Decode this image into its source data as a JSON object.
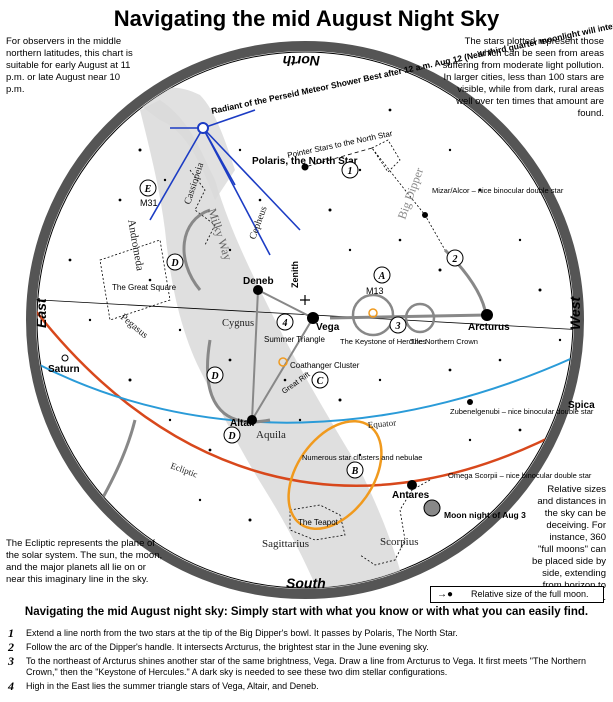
{
  "title": "Navigating the mid August Night Sky",
  "intro_left": "For observers in the middle northern latitudes, this chart is suitable for early August at 11 p.m. or late August near 10 p.m.",
  "intro_right": "The stars plotted represent those which can be seen from areas suffering from moderate light pollution. In larger cities, less than 100 stars are visible, while from dark, rural areas well over ten times that amount are found.",
  "directions": {
    "north": "North",
    "south": "South",
    "east": "East",
    "west": "West"
  },
  "labels": {
    "perseid": "Radiant of the Perseid Meteor Shower Best after 12 a.m. Aug 12 (Near third quarter moonlight will interfere.)",
    "polaris": "Polaris, the North Star",
    "pointer": "Pointer Stars to the North Star",
    "big_dipper": "Big Dipper",
    "mizar": "Mizar/Alcor – nice binocular double star",
    "cassiopeia": "Cassiopeia",
    "andromeda": "Andromeda",
    "m31": "M31",
    "cepheus": "Cepheus",
    "milky_way": "Milky Way",
    "great_square": "The Great Square",
    "pegasus": "Pegasus",
    "deneb": "Deneb",
    "zenith": "Zenith",
    "m13": "M13",
    "cygnus": "Cygnus",
    "vega": "Vega",
    "keystone": "The Keystone of Hercules",
    "northern_crown": "The Northern Crown",
    "arcturus": "Arcturus",
    "summer_triangle": "Summer Triangle",
    "coathanger": "Coathanger Cluster",
    "saturn": "Saturn",
    "altair": "Altair",
    "great_rift": "Great Rift",
    "aquila": "Aquila",
    "equator": "Equator",
    "ecliptic": "Ecliptic",
    "zubenelgenubi": "Zubenelgenubi – nice binocular double star",
    "spica": "Spica",
    "clusters": "Numerous star clusters and nebulae",
    "omega_scorpii": "Omega Scorpii – nice binocular double star",
    "antares": "Antares",
    "moon_night": "Moon night of Aug 3",
    "teapot": "The Teapot",
    "sagittarius": "Sagittarius",
    "scorpius": "Scorpius"
  },
  "markers": [
    "1",
    "2",
    "3",
    "4",
    "A",
    "B",
    "C",
    "D",
    "E"
  ],
  "note_ecliptic": "The Ecliptic represents the plane of the solar system. The sun, the moon, and the major planets all lie on or near this imaginary line in the sky.",
  "note_sizes": "Relative sizes and distances in the sky can be deceiving. For instance, 360 \"full moons\" can be placed side by side, extending from horizon to horizon.",
  "legend": "Relative size of the full moon.",
  "footer_title": "Navigating the mid August night sky: Simply start with what you know or with what you can easily find.",
  "steps": [
    {
      "num": "1",
      "text": "Extend a line north from the two stars at the tip of the Big Dipper's bowl. It passes by Polaris, The North Star."
    },
    {
      "num": "2",
      "text": "Follow the arc of the Dipper's handle. It intersects Arcturus, the brightest star in the June evening sky."
    },
    {
      "num": "3",
      "text": "To the northeast of Arcturus shines another star of the same brightness, Vega. Draw a line from Arcturus to Vega. It first meets \"The Northern Crown,\" then the \"Keystone of Hercules.\" A dark sky is needed to see these two dim stellar configurations."
    },
    {
      "num": "4",
      "text": "High in the East lies the summer triangle stars of Vega, Altair, and Deneb."
    }
  ],
  "colors": {
    "ecliptic": "#d8481c",
    "equator": "#2a9bd8",
    "perseid": "#1c3cc4",
    "orange": "#f09a1e",
    "milky_way": "#d6d6d6"
  }
}
